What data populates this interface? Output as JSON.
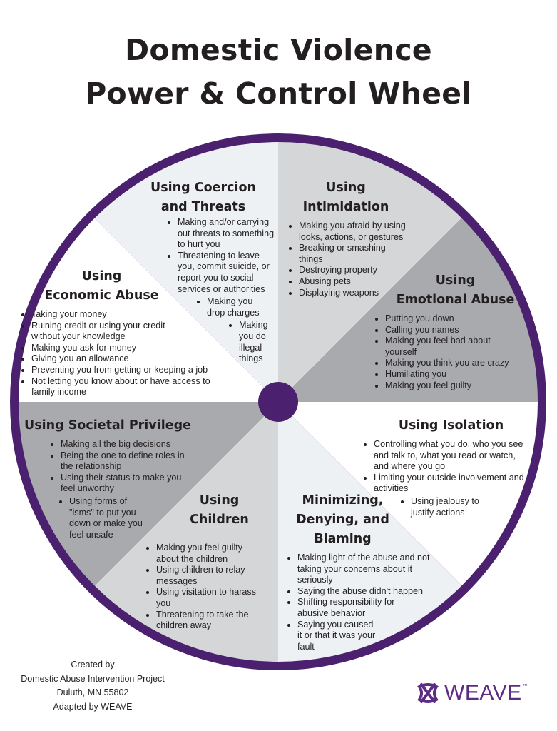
{
  "title_line1": "Domestic Violence",
  "title_line2": "Power & Control Wheel",
  "colors": {
    "rim": "#4b206e",
    "hub": "#4b206e",
    "light": "#eef1f4",
    "medium": "#d5d6d8",
    "dark": "#a9aaad",
    "white": "#ffffff",
    "logo": "#5c2d83"
  },
  "segments": {
    "coercion": {
      "title_line1": "Using Coercion",
      "title_line2": "and Threats",
      "items": [
        "Making and/or carrying out threats to something to hurt you",
        "Threatening to leave you, commit suicide, or report you to social services or authorities"
      ],
      "nested1": "Making you drop charges",
      "nested2": "Making you do illegal things"
    },
    "intimidation": {
      "title_line1": "Using",
      "title_line2": "Intimidation",
      "items": [
        "Making you afraid by using looks, actions, or gestures",
        "Breaking or smashing things",
        "Destroying property",
        "Abusing pets",
        "Displaying weapons"
      ]
    },
    "emotional": {
      "title_line1": "Using",
      "title_line2": "Emotional Abuse",
      "items": [
        "Putting you down",
        "Calling you names",
        "Making you feel bad about yourself",
        "Making you think you are crazy",
        "Humiliating you",
        "Making you feel guilty"
      ]
    },
    "isolation": {
      "title_line1": "Using Isolation",
      "items": [
        "Controlling what you do, who you see and talk to, what you read or watch, and where you go",
        "Limiting your outside involvement and activities"
      ],
      "nested1": "Using jealousy to justify actions"
    },
    "minimizing": {
      "title_line1": "Minimizing,",
      "title_line2": "Denying, and",
      "title_line3": "Blaming",
      "items": [
        "Making light of the abuse and not taking your concerns about it seriously",
        "Saying the abuse didn't happen",
        "Shifting responsibility for abusive behavior",
        "Saying you caused it or that it was your fault"
      ]
    },
    "children": {
      "title_line1": "Using",
      "title_line2": "Children",
      "items": [
        "Making you feel guilty about the children",
        "Using children to relay messages",
        "Using visitation to harass you",
        "Threatening to take the children away"
      ]
    },
    "privilege": {
      "title_line1": "Using Societal Privilege",
      "items": [
        "Making all the big decisions",
        "Being the one to define roles in the relationship",
        "Using their status to make you feel unworthy"
      ],
      "nested1": "Using forms of \"isms\" to put you down or make you feel unsafe"
    },
    "economic": {
      "title_line1": "Using",
      "title_line2": "Economic Abuse",
      "items": [
        "Taking your money",
        "Ruining credit or using your credit without your knowledge",
        "Making you ask for money",
        "Giving you an allowance",
        "Preventing you from getting or keeping a job",
        "Not letting you know about or have access to family income"
      ]
    }
  },
  "credit": {
    "line1": "Created by",
    "line2": "Domestic Abuse Intervention Project",
    "line3": "Duluth, MN 55802",
    "line4": "Adapted by WEAVE"
  },
  "logo": {
    "icon": "weave-knot-icon",
    "text": "WEAVE",
    "tm": "™"
  }
}
